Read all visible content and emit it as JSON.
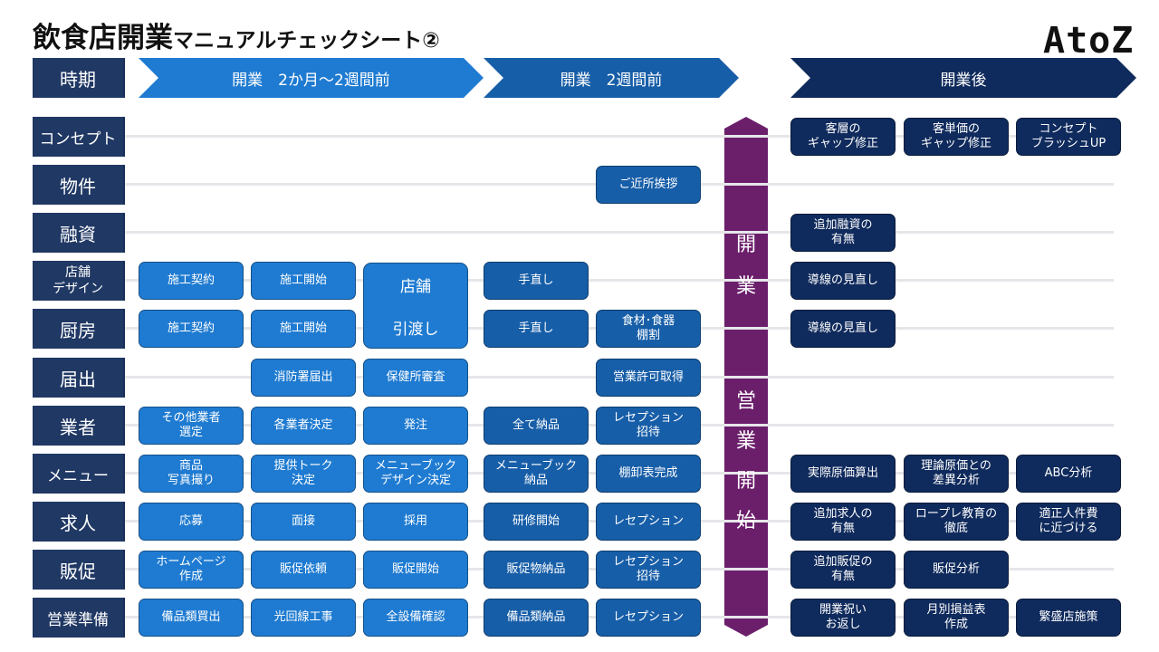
{
  "title": {
    "main": "飲食店開業",
    "sub": "マニュアルチェックシート②"
  },
  "logo": "AtoZ",
  "header": {
    "period_label": "時期",
    "phases": [
      {
        "label": "開業　2か月～2週間前",
        "color": "#1f7bd1"
      },
      {
        "label": "開業　2週間前",
        "color": "#175ea8"
      },
      {
        "label": "開業後",
        "color": "#0f2a5c"
      }
    ]
  },
  "opening_banner": {
    "chars": [
      "開",
      "業",
      "営",
      "業",
      "開",
      "始"
    ],
    "color": "#6b1f6b"
  },
  "rows": [
    {
      "label": "コンセプト",
      "cells": [
        "",
        "",
        "",
        "",
        "",
        "客層の\nギャップ修正",
        "客単価の\nギャップ修正",
        "コンセプト\nブラッシュUP"
      ]
    },
    {
      "label": "物件",
      "cells": [
        "",
        "",
        "",
        "",
        "ご近所挨拶",
        "",
        "",
        ""
      ]
    },
    {
      "label": "融資",
      "cells": [
        "",
        "",
        "",
        "",
        "",
        "追加融資の\n有無",
        "",
        ""
      ]
    },
    {
      "label": "店舗\nデザイン",
      "cells": [
        "施工契約",
        "施工開始",
        "",
        "手直し",
        "",
        "導線の見直し",
        "",
        ""
      ]
    },
    {
      "label": "厨房",
      "cells": [
        "施工契約",
        "施工開始",
        "",
        "手直し",
        "食材･食器\n棚割",
        "導線の見直し",
        "",
        ""
      ]
    },
    {
      "label": "届出",
      "cells": [
        "",
        "消防署届出",
        "保健所審査",
        "",
        "営業許可取得",
        "",
        "",
        ""
      ]
    },
    {
      "label": "業者",
      "cells": [
        "その他業者\n選定",
        "各業者決定",
        "発注",
        "全て納品",
        "レセプション\n招待",
        "",
        "",
        ""
      ]
    },
    {
      "label": "メニュー",
      "cells": [
        "商品\n写真撮り",
        "提供トーク\n決定",
        "メニューブック\nデザイン決定",
        "メニューブック\n納品",
        "棚卸表完成",
        "実際原価算出",
        "理論原価との\n差異分析",
        "ABC分析"
      ]
    },
    {
      "label": "求人",
      "cells": [
        "応募",
        "面接",
        "採用",
        "研修開始",
        "レセプション",
        "追加求人の\n有無",
        "ロープレ教育の\n徹底",
        "適正人件費\nに近づける"
      ]
    },
    {
      "label": "販促",
      "cells": [
        "ホームページ\n作成",
        "販促依頼",
        "販促開始",
        "販促物納品",
        "レセプション\n招待",
        "追加販促の\n有無",
        "販促分析",
        ""
      ]
    },
    {
      "label": "営業準備",
      "cells": [
        "備品類買出",
        "光回線工事",
        "全設備確認",
        "備品類納品",
        "レセプション",
        "開業祝い\nお返し",
        "月別損益表\n作成",
        "繁盛店施策"
      ]
    }
  ],
  "merged_cell": {
    "lines": [
      "店舗",
      "引渡し"
    ]
  }
}
